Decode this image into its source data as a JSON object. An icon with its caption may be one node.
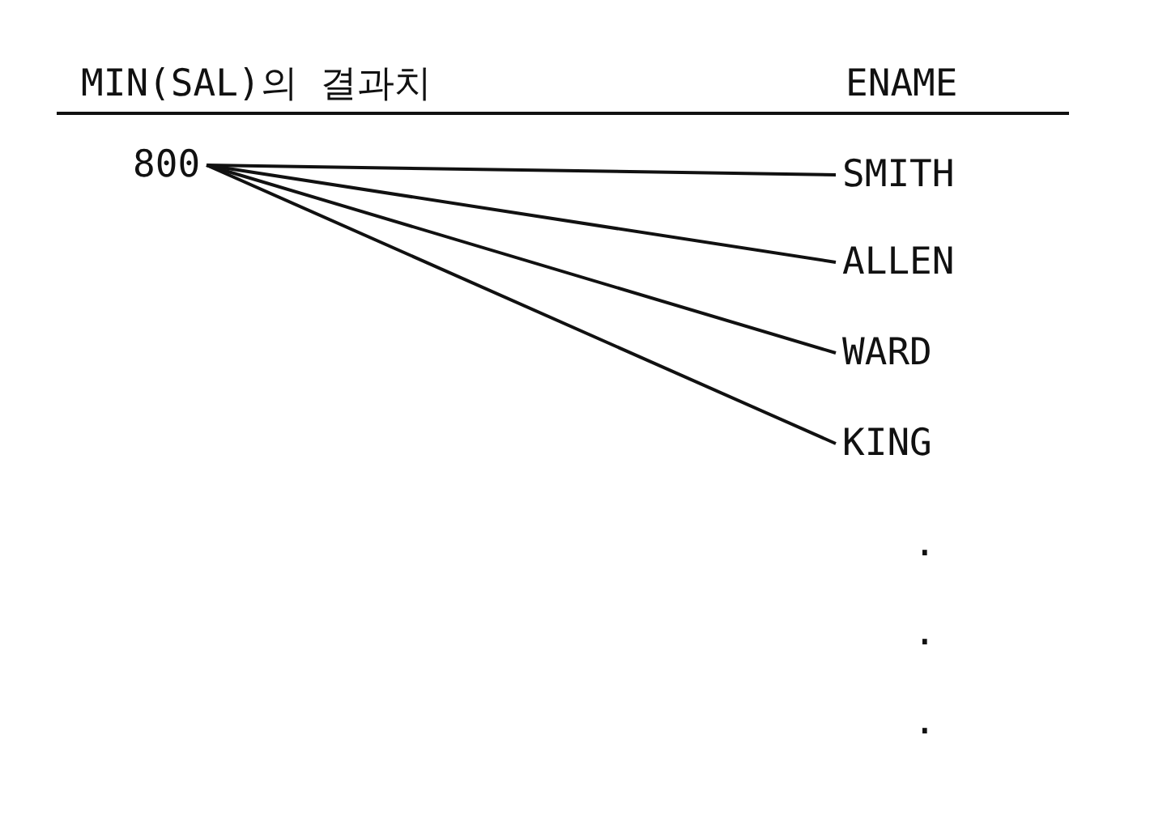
{
  "diagram": {
    "nodes": [
      {
        "text": [
          "800"
        ]
      },
      {
        "text": [
          "SMITH"
        ]
      },
      {
        "text": [
          "ALLEN"
        ]
      },
      {
        "text": [
          "WARD"
        ]
      },
      {
        "text": [
          "KING"
        ]
      }
    ],
    "edges": [
      {
        "from": 0,
        "to": 1,
        "arrow": "none"
      },
      {
        "from": 0,
        "to": 2,
        "arrow": "none"
      },
      {
        "from": 0,
        "to": 3,
        "arrow": "none"
      },
      {
        "from": 0,
        "to": 4,
        "arrow": "none"
      }
    ],
    "labels": [
      "MIN(SAL)의 결과치",
      "ENAME",
      ".",
      ".",
      "."
    ]
  }
}
